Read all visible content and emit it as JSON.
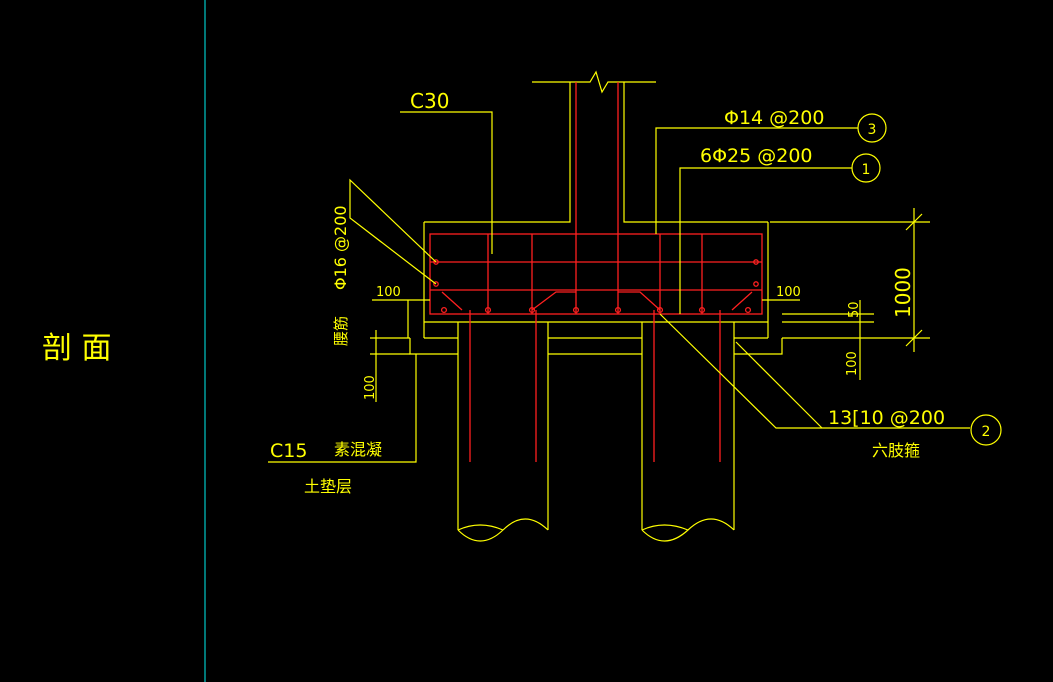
{
  "colors": {
    "background": "#000000",
    "outline": "#ffff00",
    "rebar": "#ff2020",
    "viewport_edge": "#00c8c8"
  },
  "drawing": {
    "view_title": "剖 面",
    "concrete_grade": "C30",
    "top_bar_spec": "Φ14 @200",
    "bottom_bar_spec": "6Φ25 @200",
    "side_bar_spec": "Φ16 @200",
    "side_bar_label": "腰筋",
    "stirrup_spec": "13[10 @200",
    "stirrup_type": "六肢箍",
    "cushion_grade": "C15",
    "cushion_material": "素混凝",
    "cushion_layer": "土垫层",
    "callouts": [
      "3",
      "1",
      "2"
    ],
    "dims": {
      "cover_left": "100",
      "cover_right": "100",
      "cushion_thk": "100",
      "cushion_thk_right": "100",
      "pile_embed": "50",
      "cap_height": "1000"
    }
  }
}
